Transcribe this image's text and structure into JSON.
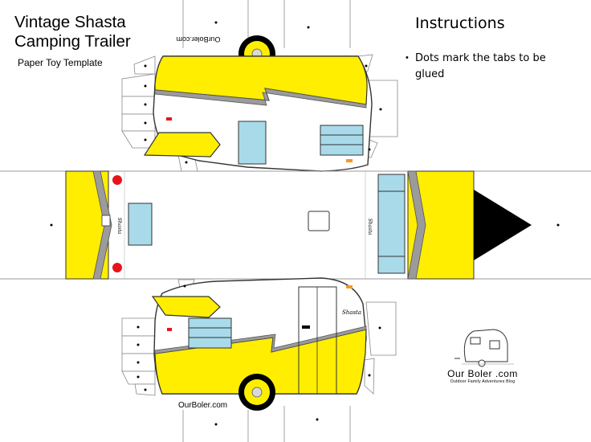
{
  "header": {
    "title_line1": "Vintage Shasta",
    "title_line2": "Camping Trailer",
    "subtitle": "Paper Toy Template"
  },
  "instructions": {
    "heading": "Instructions",
    "bullet": "•",
    "text": "Dots mark the tabs to be glued"
  },
  "credits": {
    "top_mirrored": "OurBoler.com",
    "bottom": "OurBoler.com"
  },
  "logo": {
    "name": "Our Boler .com",
    "tagline": "Outdoor Family Adventures Blog",
    "icon": "camper-trailer-icon"
  },
  "trailer_scripts": {
    "roof": "Shasta",
    "front": "Shasta",
    "side": "Shasta"
  },
  "colors": {
    "body_yellow": "#ffee00",
    "window_blue": "#a8daea",
    "stripe_gray": "#9b9b9b",
    "nose_black": "#000000",
    "light_red": "#e8141b",
    "taillight_orange": "#f59a23",
    "outline": "#333333"
  }
}
